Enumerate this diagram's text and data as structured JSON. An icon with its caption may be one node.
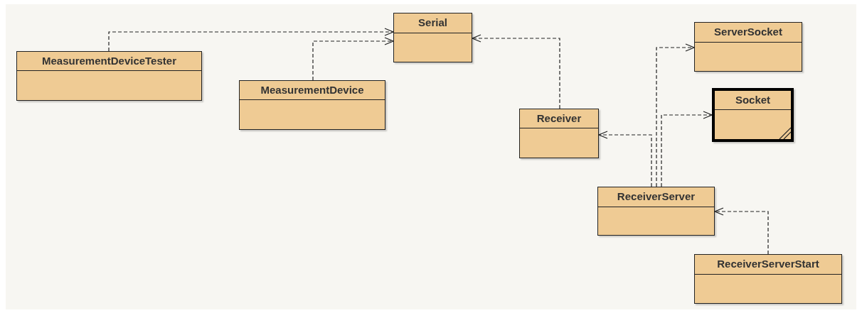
{
  "diagram": {
    "nodes": [
      {
        "text": [
          "Serial"
        ]
      },
      {
        "text": [
          "MeasurementDeviceTester"
        ]
      },
      {
        "text": [
          "MeasurementDevice"
        ]
      },
      {
        "text": [
          "ServerSocket"
        ]
      },
      {
        "text": [
          "Socket"
        ]
      },
      {
        "text": [
          "Receiver"
        ]
      },
      {
        "text": [
          "ReceiverServer"
        ]
      },
      {
        "text": [
          "ReceiverServerStart"
        ]
      }
    ],
    "edges": [
      {
        "from": 1,
        "to": 0,
        "arrow": "to",
        "style": "dashed"
      },
      {
        "from": 2,
        "to": 0,
        "arrow": "to",
        "style": "dashed"
      },
      {
        "from": 5,
        "to": 0,
        "arrow": "to",
        "style": "dashed"
      },
      {
        "from": 6,
        "to": 3,
        "arrow": "to",
        "style": "dashed"
      },
      {
        "from": 6,
        "to": 4,
        "arrow": "to",
        "style": "dashed"
      },
      {
        "from": 6,
        "to": 5,
        "arrow": "to",
        "style": "dashed"
      },
      {
        "from": 7,
        "to": 6,
        "arrow": "to",
        "style": "dashed"
      }
    ]
  }
}
